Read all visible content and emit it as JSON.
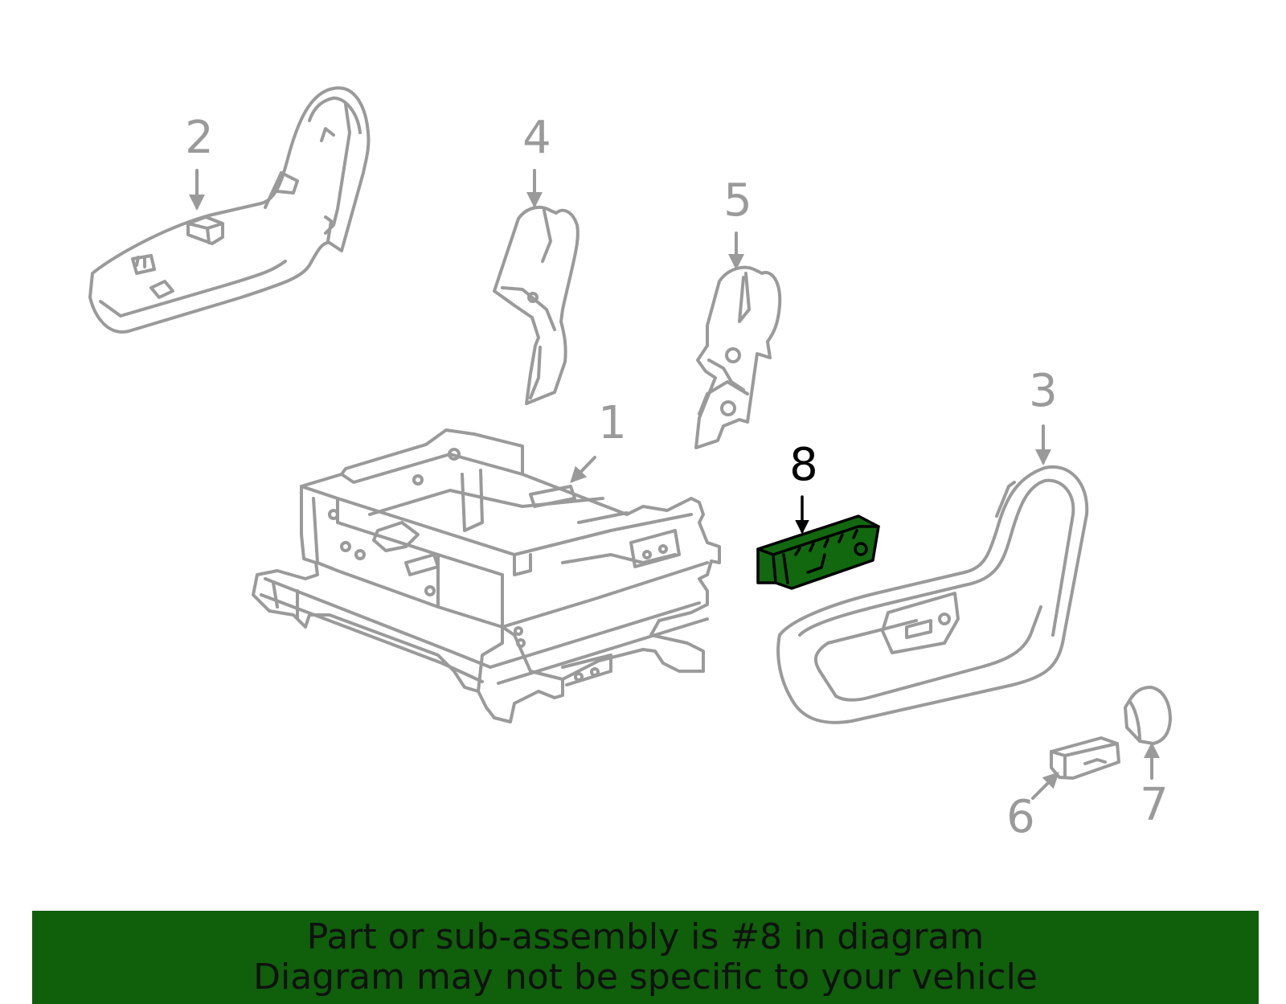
{
  "colors": {
    "line": "#9a9a9a",
    "highlight_fill": "#12680f",
    "highlight_stroke": "#000000",
    "banner_bg": "#0f5f0b",
    "banner_text": "#111111",
    "callout_active": "#000000"
  },
  "callouts": [
    {
      "id": "1",
      "label": "1"
    },
    {
      "id": "2",
      "label": "2"
    },
    {
      "id": "3",
      "label": "3"
    },
    {
      "id": "4",
      "label": "4"
    },
    {
      "id": "5",
      "label": "5"
    },
    {
      "id": "6",
      "label": "6"
    },
    {
      "id": "7",
      "label": "7"
    },
    {
      "id": "8",
      "label": "8",
      "highlighted": true
    }
  ],
  "banner": {
    "line1": "Part or sub-assembly is #8 in diagram",
    "line2": "Diagram may not be specific to your vehicle"
  }
}
